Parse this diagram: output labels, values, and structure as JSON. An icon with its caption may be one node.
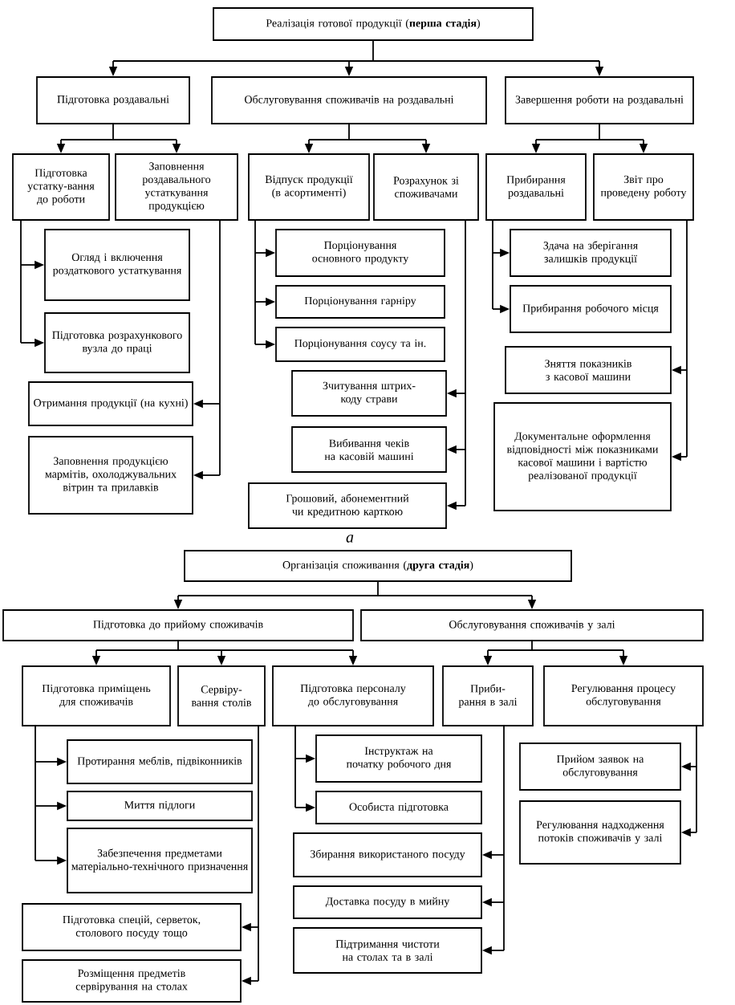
{
  "diagram": {
    "nodes": [
      {
        "text": [
          "Реалізація готової продукції (**перша стадія**)"
        ]
      },
      {
        "text": [
          "Підготовка роздавальні"
        ]
      },
      {
        "text": [
          "Обслуговування споживачів на роздавальні"
        ]
      },
      {
        "text": [
          "Завершення роботи на роздавальні"
        ]
      },
      {
        "text": [
          "Підготовка устатку-вання до роботи"
        ]
      },
      {
        "text": [
          "Заповнення роздавального устаткування продукцією"
        ]
      },
      {
        "text": [
          "Відпуск продукції (в асортименті)"
        ]
      },
      {
        "text": [
          "Розрахунок зі споживачами"
        ]
      },
      {
        "text": [
          "Прибирання роздавальні"
        ]
      },
      {
        "text": [
          "Звіт про проведену роботу"
        ]
      },
      {
        "text": [
          "Огляд і включення роздаткового устаткування"
        ]
      },
      {
        "text": [
          "Підготовка розрахункового вузла до праці"
        ]
      },
      {
        "text": [
          "Отримання продукції (на кухні)"
        ]
      },
      {
        "text": [
          "Заповнення продукцією мармітів, охолоджувальних вітрин та прилавків"
        ]
      },
      {
        "text": [
          "Порціонування основного продукту"
        ]
      },
      {
        "text": [
          "Порціонування гарніру"
        ]
      },
      {
        "text": [
          "Порціонування соусу та ін."
        ]
      },
      {
        "text": [
          "Зчитування штрих-коду страви"
        ]
      },
      {
        "text": [
          "Вибивання чеків на касовій машині"
        ]
      },
      {
        "text": [
          "Грошовий, абонементний чи кредитною карткою"
        ]
      },
      {
        "text": [
          "Здача на зберігання залишків продукції"
        ]
      },
      {
        "text": [
          "Прибирання робочого місця"
        ]
      },
      {
        "text": [
          "Зняття показників з касової машини"
        ]
      },
      {
        "text": [
          "Документальне оформлення відповідності між показниками касової машини і вартістю реалізованої продукції"
        ]
      },
      {
        "text": [
          "Організація споживання (**друга стадія**)"
        ]
      },
      {
        "text": [
          "Підготовка до прийому споживачів"
        ]
      },
      {
        "text": [
          "Обслуговування споживачів у залі"
        ]
      },
      {
        "text": [
          "Підготовка приміщень для споживачів"
        ]
      },
      {
        "text": [
          "Сервіру-вання столів"
        ]
      },
      {
        "text": [
          "Підготовка персоналу до обслуговування"
        ]
      },
      {
        "text": [
          "Приби-рання в залі"
        ]
      },
      {
        "text": [
          "Регулювання процесу обслуговування"
        ]
      },
      {
        "text": [
          "Протирання меблів, підвіконників"
        ]
      },
      {
        "text": [
          "Миття підлоги"
        ]
      },
      {
        "text": [
          "Забезпечення предметами матеріально-технічного призначення"
        ]
      },
      {
        "text": [
          "Підготовка спецій, серветок, столового посуду тощо"
        ]
      },
      {
        "text": [
          "Розміщення предметів сервірування на столах"
        ]
      },
      {
        "text": [
          "Інструктаж на початку робочого дня"
        ]
      },
      {
        "text": [
          "Особиста підготовка"
        ]
      },
      {
        "text": [
          "Збирання використаного посуду"
        ]
      },
      {
        "text": [
          "Доставка посуду в мийну"
        ]
      },
      {
        "text": [
          "Підтримання чистоти на столах та в залі"
        ]
      },
      {
        "text": [
          "Прийом заявок на обслуговування"
        ]
      },
      {
        "text": [
          "Регулювання надходження потоків споживачів у залі"
        ]
      }
    ],
    "edges": [
      {
        "from": 0,
        "to": 1,
        "arrow": "to"
      },
      {
        "from": 0,
        "to": 2,
        "arrow": "to"
      },
      {
        "from": 0,
        "to": 3,
        "arrow": "to"
      },
      {
        "from": 1,
        "to": 4,
        "arrow": "to"
      },
      {
        "from": 1,
        "to": 5,
        "arrow": "to"
      },
      {
        "from": 2,
        "to": 6,
        "arrow": "to"
      },
      {
        "from": 2,
        "to": 7,
        "arrow": "to"
      },
      {
        "from": 3,
        "to": 8,
        "arrow": "to"
      },
      {
        "from": 3,
        "to": 9,
        "arrow": "to"
      },
      {
        "from": 4,
        "to": 10,
        "arrow": "to"
      },
      {
        "from": 4,
        "to": 11,
        "arrow": "to"
      },
      {
        "from": 5,
        "to": 12,
        "arrow": "to"
      },
      {
        "from": 5,
        "to": 13,
        "arrow": "to"
      },
      {
        "from": 6,
        "to": 14,
        "arrow": "to"
      },
      {
        "from": 6,
        "to": 15,
        "arrow": "to"
      },
      {
        "from": 6,
        "to": 16,
        "arrow": "to"
      },
      {
        "from": 7,
        "to": 17,
        "arrow": "to"
      },
      {
        "from": 7,
        "to": 18,
        "arrow": "to"
      },
      {
        "from": 7,
        "to": 19,
        "arrow": "to"
      },
      {
        "from": 8,
        "to": 20,
        "arrow": "to"
      },
      {
        "from": 8,
        "to": 21,
        "arrow": "to"
      },
      {
        "from": 9,
        "to": 22,
        "arrow": "to"
      },
      {
        "from": 9,
        "to": 23,
        "arrow": "to"
      },
      {
        "from": 24,
        "to": 25,
        "arrow": "to"
      },
      {
        "from": 24,
        "to": 26,
        "arrow": "to"
      },
      {
        "from": 25,
        "to": 27,
        "arrow": "to"
      },
      {
        "from": 25,
        "to": 28,
        "arrow": "to"
      },
      {
        "from": 25,
        "to": 29,
        "arrow": "to"
      },
      {
        "from": 26,
        "to": 30,
        "arrow": "to"
      },
      {
        "from": 26,
        "to": 31,
        "arrow": "to"
      },
      {
        "from": 27,
        "to": 32,
        "arrow": "to"
      },
      {
        "from": 27,
        "to": 33,
        "arrow": "to"
      },
      {
        "from": 27,
        "to": 34,
        "arrow": "to"
      },
      {
        "from": 28,
        "to": 35,
        "arrow": "to"
      },
      {
        "from": 28,
        "to": 36,
        "arrow": "to"
      },
      {
        "from": 29,
        "to": 37,
        "arrow": "to"
      },
      {
        "from": 29,
        "to": 38,
        "arrow": "to"
      },
      {
        "from": 30,
        "to": 39,
        "arrow": "to"
      },
      {
        "from": 30,
        "to": 40,
        "arrow": "to"
      },
      {
        "from": 30,
        "to": 41,
        "arrow": "to"
      },
      {
        "from": 31,
        "to": 42,
        "arrow": "to"
      },
      {
        "from": 31,
        "to": 43,
        "arrow": "to"
      }
    ],
    "labels": [
      "а"
    ]
  }
}
